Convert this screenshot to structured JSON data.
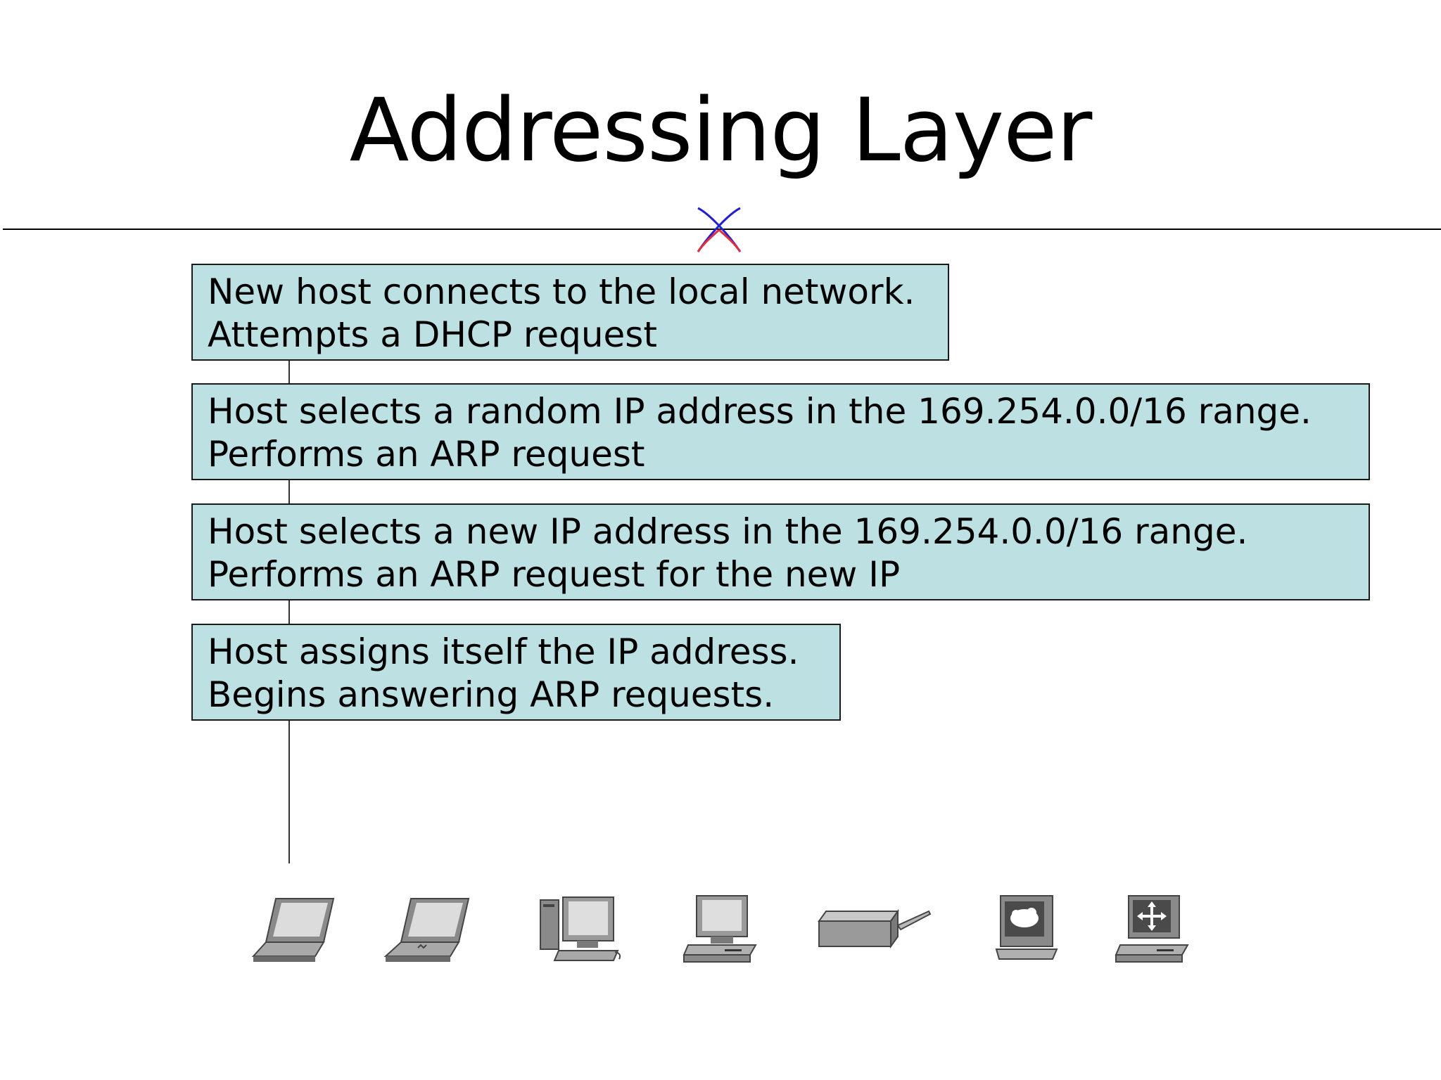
{
  "title": "Addressing Layer",
  "steps": [
    {
      "line1": "New host connects to the local network.",
      "line2": "Attempts a DHCP request"
    },
    {
      "line1": "Host selects a random IP address in the 169.254.0.0/16 range.",
      "line2": "Performs an ARP request"
    },
    {
      "line1": "Host selects a new IP address in the 169.254.0.0/16 range.",
      "line2": "Performs an ARP request for the new IP"
    },
    {
      "line1": "Host assigns itself the IP address.",
      "line2": "Begins answering ARP requests."
    }
  ],
  "devices": [
    "laptop-icon",
    "wireless-laptop-icon",
    "workstation-icon",
    "pc-icon",
    "printer-icon",
    "server-icon",
    "router-pc-icon"
  ],
  "colors": {
    "box_fill": "#bde0e2",
    "box_border": "#1a1a1a",
    "cross_upper": "#2020d0",
    "cross_lower": "#e03040"
  }
}
